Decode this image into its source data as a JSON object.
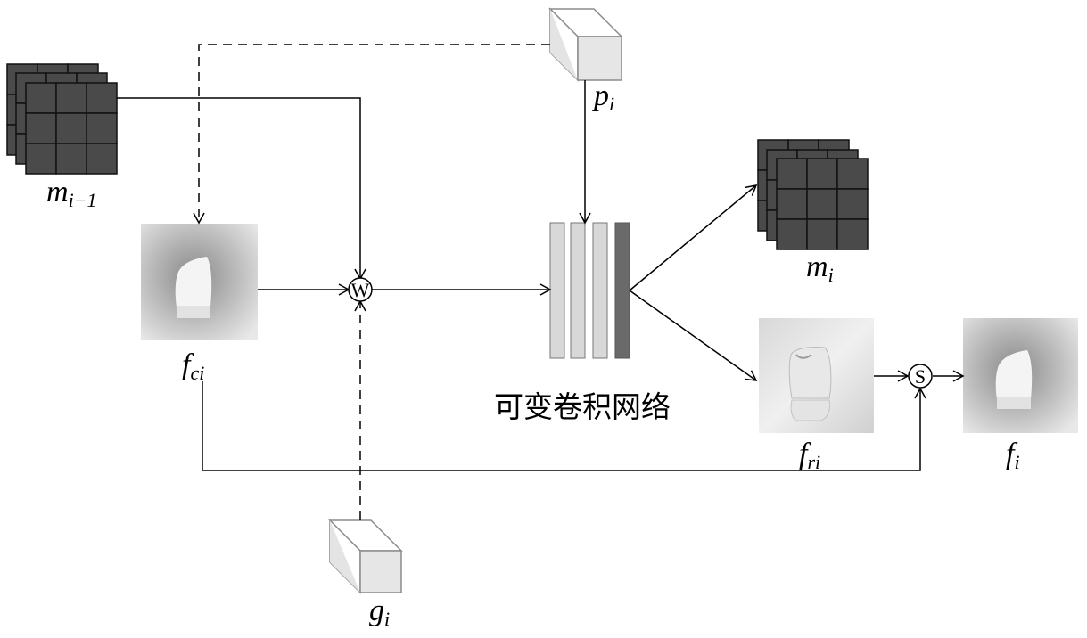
{
  "diagram": {
    "network_label": "可变卷积网络",
    "nodes": {
      "m_prev": {
        "label": "m",
        "sub": "i−1"
      },
      "m_i": {
        "label": "m",
        "sub": "i"
      },
      "f_ci": {
        "label": "f",
        "sub": "ci"
      },
      "f_ri": {
        "label": "f",
        "sub": "ri"
      },
      "f_i": {
        "label": "f",
        "sub": "i"
      },
      "p_i": {
        "label": "p",
        "sub": "i"
      },
      "g_i": {
        "label": "g",
        "sub": "i"
      }
    },
    "operators": {
      "warp": "W",
      "sum": "S"
    },
    "colors": {
      "grid_fill": "#4a4a4a",
      "grid_stroke": "#111111",
      "layer_light": "#d8d8d8",
      "layer_dark": "#6a6a6a",
      "cube_stroke": "#8c8c8c",
      "cube_front": "#e6e6e6",
      "cube_side": "#dcdcdc"
    }
  }
}
